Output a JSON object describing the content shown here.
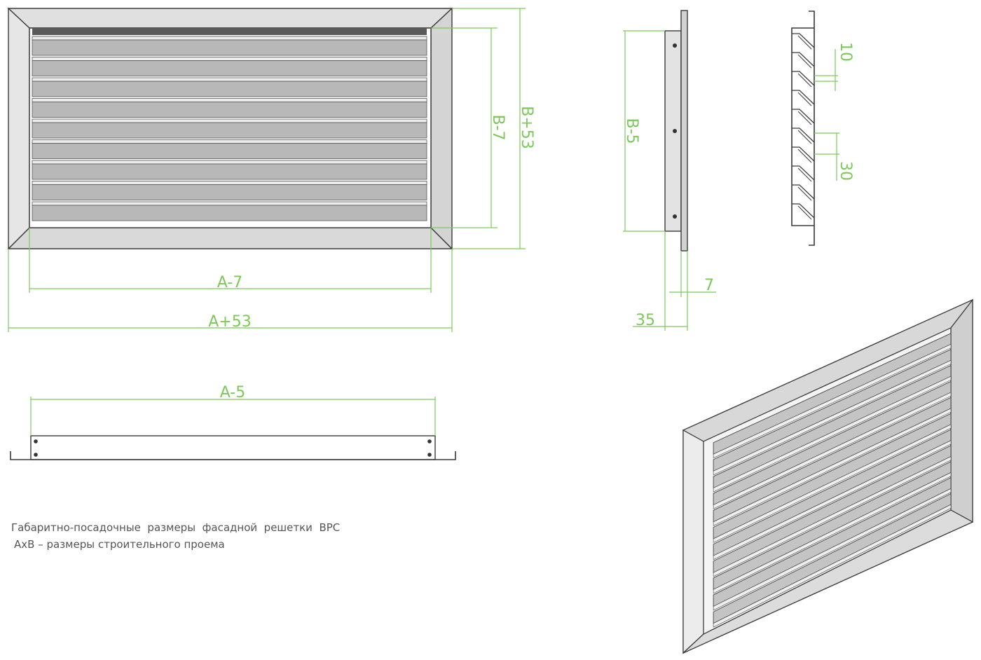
{
  "dimensions": {
    "front_width_inner": "A-7",
    "front_width_outer": "A+53",
    "front_height_inner": "B-7",
    "front_height_outer": "B+53",
    "side_height": "B-5",
    "side_flange": "7",
    "side_depth": "35",
    "blade_gap": "10",
    "blade_pitch": "30",
    "bottom_width": "A-5"
  },
  "caption": {
    "line1": "Габаритно-посадочные  размеры  фасадной  решетки  ВРС",
    "line2": "AxB – размеры строительного проема"
  },
  "colors": {
    "dimension": "#7cc95a",
    "outline": "#3a3a3a",
    "frame_light": "#e2e2e2",
    "frame_mid": "#cfcfcf",
    "blade": "#b5b5b5",
    "blade_highlight": "#ececec",
    "caption": "#555555"
  }
}
